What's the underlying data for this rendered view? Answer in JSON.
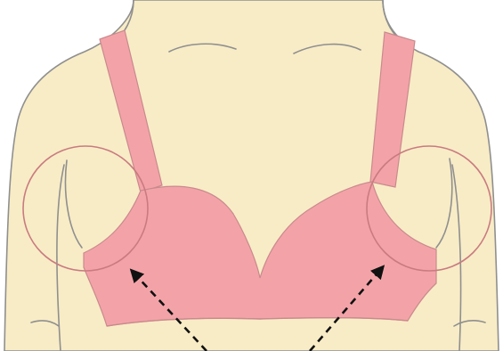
{
  "illustration": {
    "subject": "bra-fit-diagram",
    "colors": {
      "background": "#ffffff",
      "skin": "#f8ecc6",
      "outline": "#8f8f8f",
      "garment": "#f3a3a8",
      "garment_edge": "#c98a8d",
      "highlight_circle": "#c97b80",
      "arrow": "#111111"
    },
    "callouts": [
      {
        "name": "left-underarm-circle"
      },
      {
        "name": "right-underarm-circle"
      }
    ],
    "arrows": [
      {
        "name": "arrow-left",
        "direction": "up-left"
      },
      {
        "name": "arrow-right",
        "direction": "up-right"
      }
    ]
  }
}
